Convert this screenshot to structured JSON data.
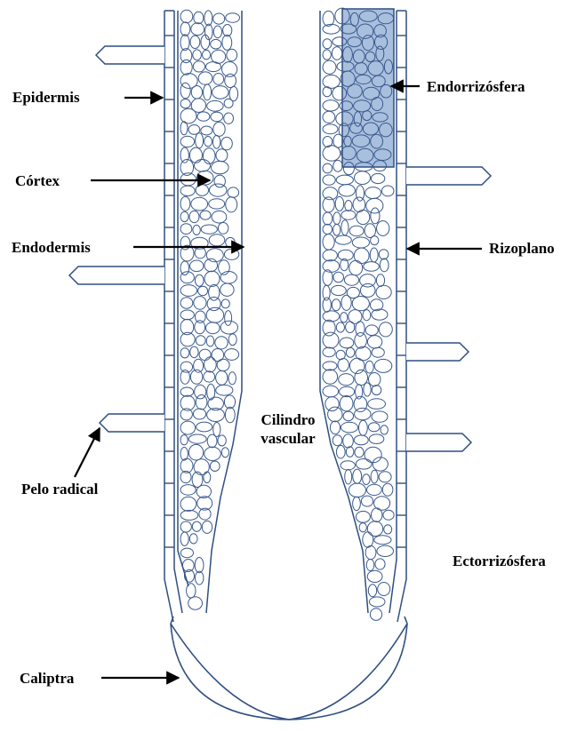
{
  "labels": {
    "epidermis": "Epidermis",
    "cortex": "Córtex",
    "endodermis": "Endodermis",
    "pelo_radical": "Pelo radical",
    "caliptra": "Caliptra",
    "cilindro_line1": "Cilindro",
    "cilindro_line2": "vascular",
    "endorrizosfera": "Endorrizósfera",
    "rizoplano": "Rizoplano",
    "ectorrizosfera": "Ectorrizósfera"
  },
  "colors": {
    "outline": "#2f4f80",
    "cell_outline": "#3a5a8c",
    "highlight_fill": "#a9bfde",
    "arrow": "#000000",
    "text": "#000000"
  }
}
